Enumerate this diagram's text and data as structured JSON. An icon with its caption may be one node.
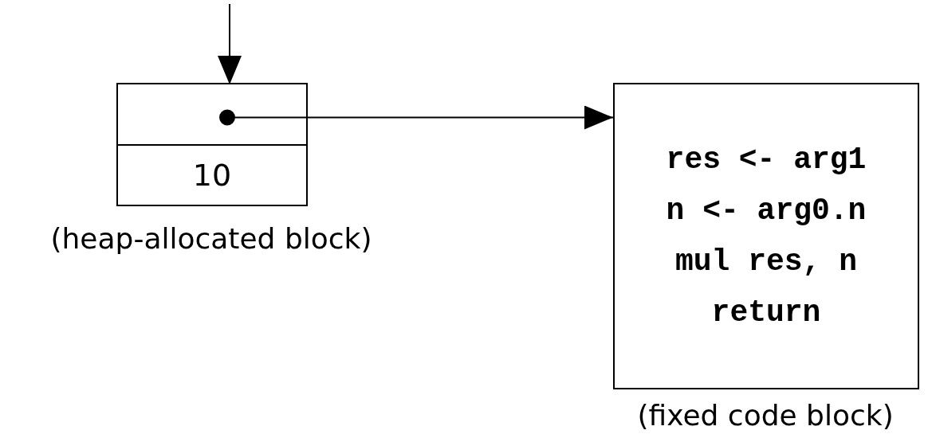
{
  "diagram": {
    "nodes": [
      {
        "text": [],
        "shape": "box",
        "beside": [
          "(heap-allocated block)"
        ]
      },
      {
        "text": [],
        "shape": "box",
        "in": 0
      },
      {
        "text": [
          "10"
        ],
        "in": 0
      },
      {
        "text": [
          "res <- arg1",
          "n <- arg0.n",
          "mul res, n",
          "return"
        ],
        "beside": [
          "(fixed code block)"
        ]
      }
    ],
    "edges": [
      {
        "from": null,
        "to": 1,
        "arrow": "to"
      },
      {
        "from": 1,
        "to": 3,
        "arrow": "to"
      }
    ]
  }
}
